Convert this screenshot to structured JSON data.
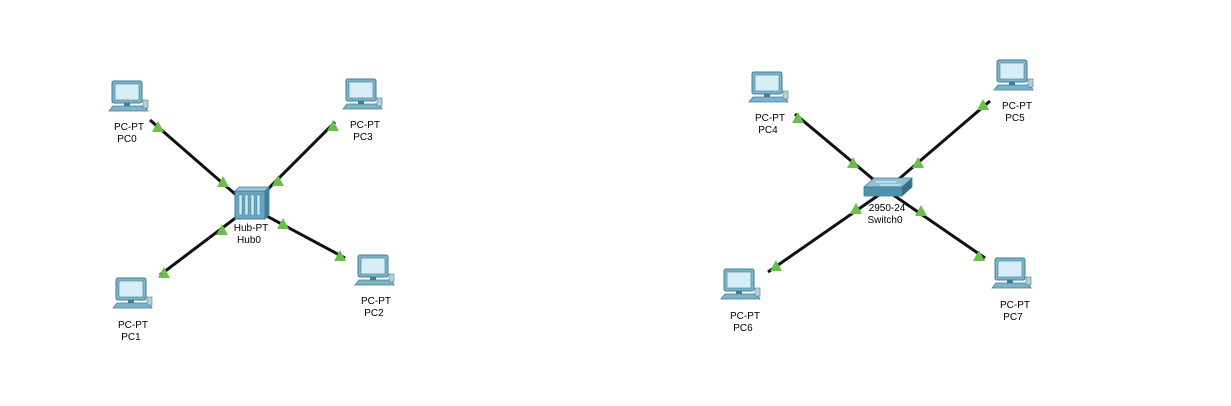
{
  "colors": {
    "link": "#111111",
    "link_light": "#6abf4b",
    "pc_body": "#7fb3c9",
    "pc_screen": "#d7eef6",
    "pc_dark": "#3f7f99",
    "hub_body": "#6aa6bf",
    "switch_body": "#4e93ad"
  },
  "icons": {
    "pc": "pc-icon",
    "hub": "hub-icon",
    "switch": "switch-icon",
    "link_light": "link-status-triangle-icon"
  },
  "devices": [
    {
      "id": "pc0",
      "model": "PC-PT",
      "name": "PC0",
      "kind": "pc"
    },
    {
      "id": "pc1",
      "model": "PC-PT",
      "name": "PC1",
      "kind": "pc"
    },
    {
      "id": "pc2",
      "model": "PC-PT",
      "name": "PC2",
      "kind": "pc"
    },
    {
      "id": "pc3",
      "model": "PC-PT",
      "name": "PC3",
      "kind": "pc"
    },
    {
      "id": "hub0",
      "model": "Hub-PT",
      "name": "Hub0",
      "kind": "hub"
    },
    {
      "id": "pc4",
      "model": "PC-PT",
      "name": "PC4",
      "kind": "pc"
    },
    {
      "id": "pc5",
      "model": "PC-PT",
      "name": "PC5",
      "kind": "pc"
    },
    {
      "id": "pc6",
      "model": "PC-PT",
      "name": "PC6",
      "kind": "pc"
    },
    {
      "id": "pc7",
      "model": "PC-PT",
      "name": "PC7",
      "kind": "pc"
    },
    {
      "id": "switch0",
      "model": "2950-24",
      "name": "Switch0",
      "kind": "switch"
    }
  ],
  "links": [
    {
      "from": "pc0",
      "to": "hub0"
    },
    {
      "from": "pc3",
      "to": "hub0"
    },
    {
      "from": "pc1",
      "to": "hub0"
    },
    {
      "from": "pc2",
      "to": "hub0"
    },
    {
      "from": "pc4",
      "to": "switch0"
    },
    {
      "from": "pc5",
      "to": "switch0"
    },
    {
      "from": "pc6",
      "to": "switch0"
    },
    {
      "from": "pc7",
      "to": "switch0"
    }
  ]
}
